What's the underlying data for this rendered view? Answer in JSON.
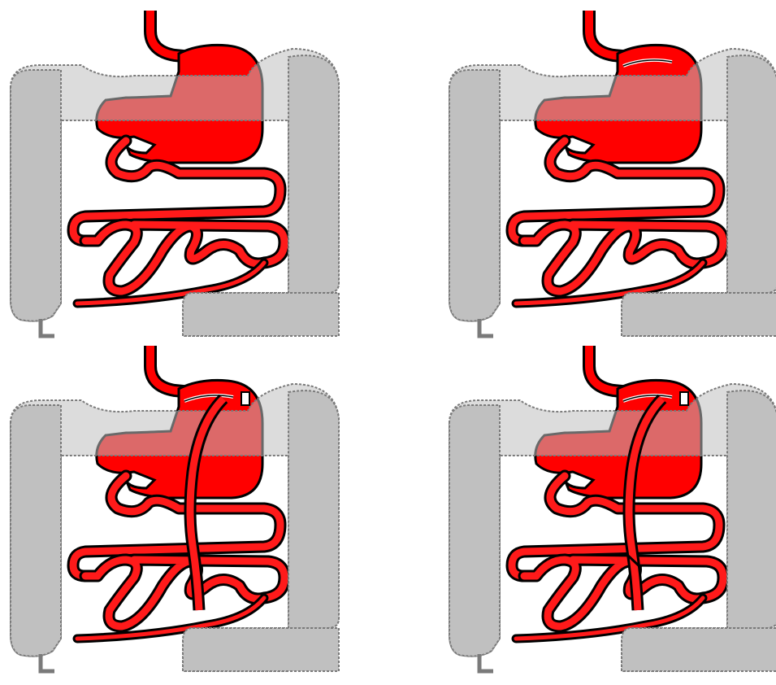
{
  "figure": {
    "panel_count": 4,
    "panels": [
      {
        "id": "panel-1",
        "bypass_limb": false,
        "pouch_division": false,
        "jejunum_division": false
      },
      {
        "id": "panel-2",
        "bypass_limb": false,
        "pouch_division": true,
        "jejunum_division": false
      },
      {
        "id": "panel-3",
        "bypass_limb": true,
        "pouch_division": true,
        "jejunum_division": false
      },
      {
        "id": "panel-4",
        "bypass_limb": true,
        "pouch_division": true,
        "jejunum_division": true
      }
    ]
  },
  "colors": {
    "stomach": "#ff0000",
    "stomach_shadow": "#660000",
    "intestine_outline": "#000000",
    "small_intestine": "#ff1a1a",
    "colon": "#c0c0c0",
    "colon_outline": "#7a7a7a",
    "background": "#ffffff"
  }
}
